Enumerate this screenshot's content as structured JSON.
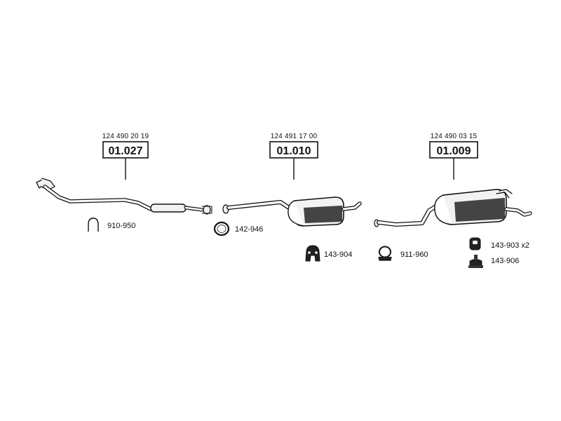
{
  "assemblies": [
    {
      "oem_number": "124 490 20 19",
      "part_code": "01.027",
      "part": "front pipe"
    },
    {
      "oem_number": "124 491 17 00",
      "part_code": "01.010",
      "part": "middle silencer"
    },
    {
      "oem_number": "124 490 03 15",
      "part_code": "01.009",
      "part": "rear silencer"
    }
  ],
  "accessories": [
    {
      "code": "910-950",
      "icon": "u-bolt-clamp-icon"
    },
    {
      "code": "142-946",
      "icon": "sealing-ring-icon"
    },
    {
      "code": "143-904",
      "icon": "rubber-hanger-icon"
    },
    {
      "code": "911-960",
      "icon": "pipe-clamp-icon"
    },
    {
      "code": "143-903 x2",
      "icon": "rubber-mount-icon"
    },
    {
      "code": "143-906",
      "icon": "rubber-buffer-icon"
    }
  ],
  "colors": {
    "line": "#111111",
    "part_fill": "#f2f2f2",
    "part_shade": "#444444",
    "background": "#ffffff"
  }
}
